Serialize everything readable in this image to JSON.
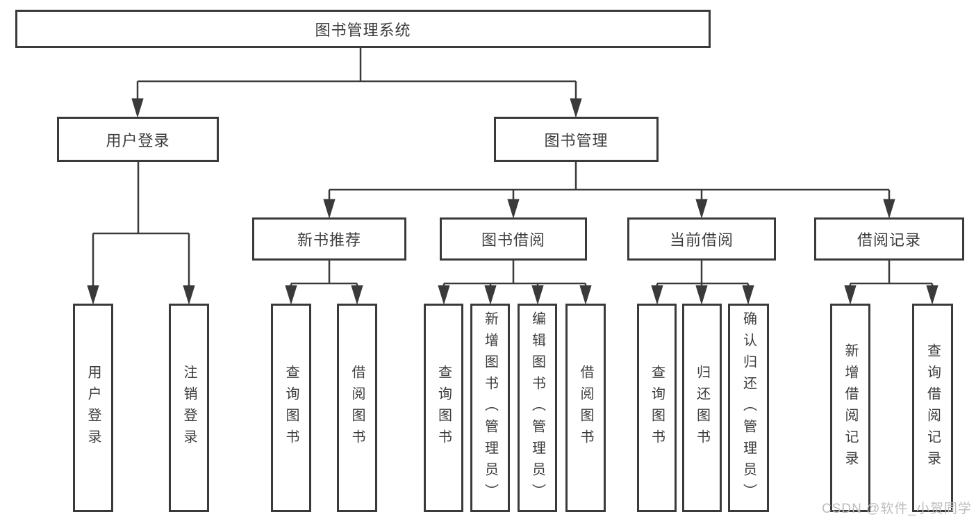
{
  "diagram": {
    "root": {
      "label": "图书管理系统",
      "children": [
        {
          "label": "用户登录",
          "children": [
            {
              "label": "用户登录"
            },
            {
              "label": "注销登录"
            }
          ]
        },
        {
          "label": "图书管理",
          "children": [
            {
              "label": "新书推荐",
              "children": [
                {
                  "label": "查询图书"
                },
                {
                  "label": "借阅图书"
                }
              ]
            },
            {
              "label": "图书借阅",
              "children": [
                {
                  "label": "查询图书"
                },
                {
                  "label": "新增图书（管理员）"
                },
                {
                  "label": "编辑图书（管理员）"
                },
                {
                  "label": "借阅图书"
                }
              ]
            },
            {
              "label": "当前借阅",
              "children": [
                {
                  "label": "查询图书"
                },
                {
                  "label": "归还图书"
                },
                {
                  "label": "确认归还（管理员）"
                }
              ]
            },
            {
              "label": "借阅记录",
              "children": [
                {
                  "label": "新增借阅记录"
                },
                {
                  "label": "查询借阅记录"
                }
              ]
            }
          ]
        }
      ]
    }
  },
  "watermark": "CSDN @软件_小贺同学",
  "colors": {
    "line": "#3a3a3a",
    "text": "#3d3d3d",
    "background": "#ffffff",
    "watermark": "#bdbdbd"
  }
}
